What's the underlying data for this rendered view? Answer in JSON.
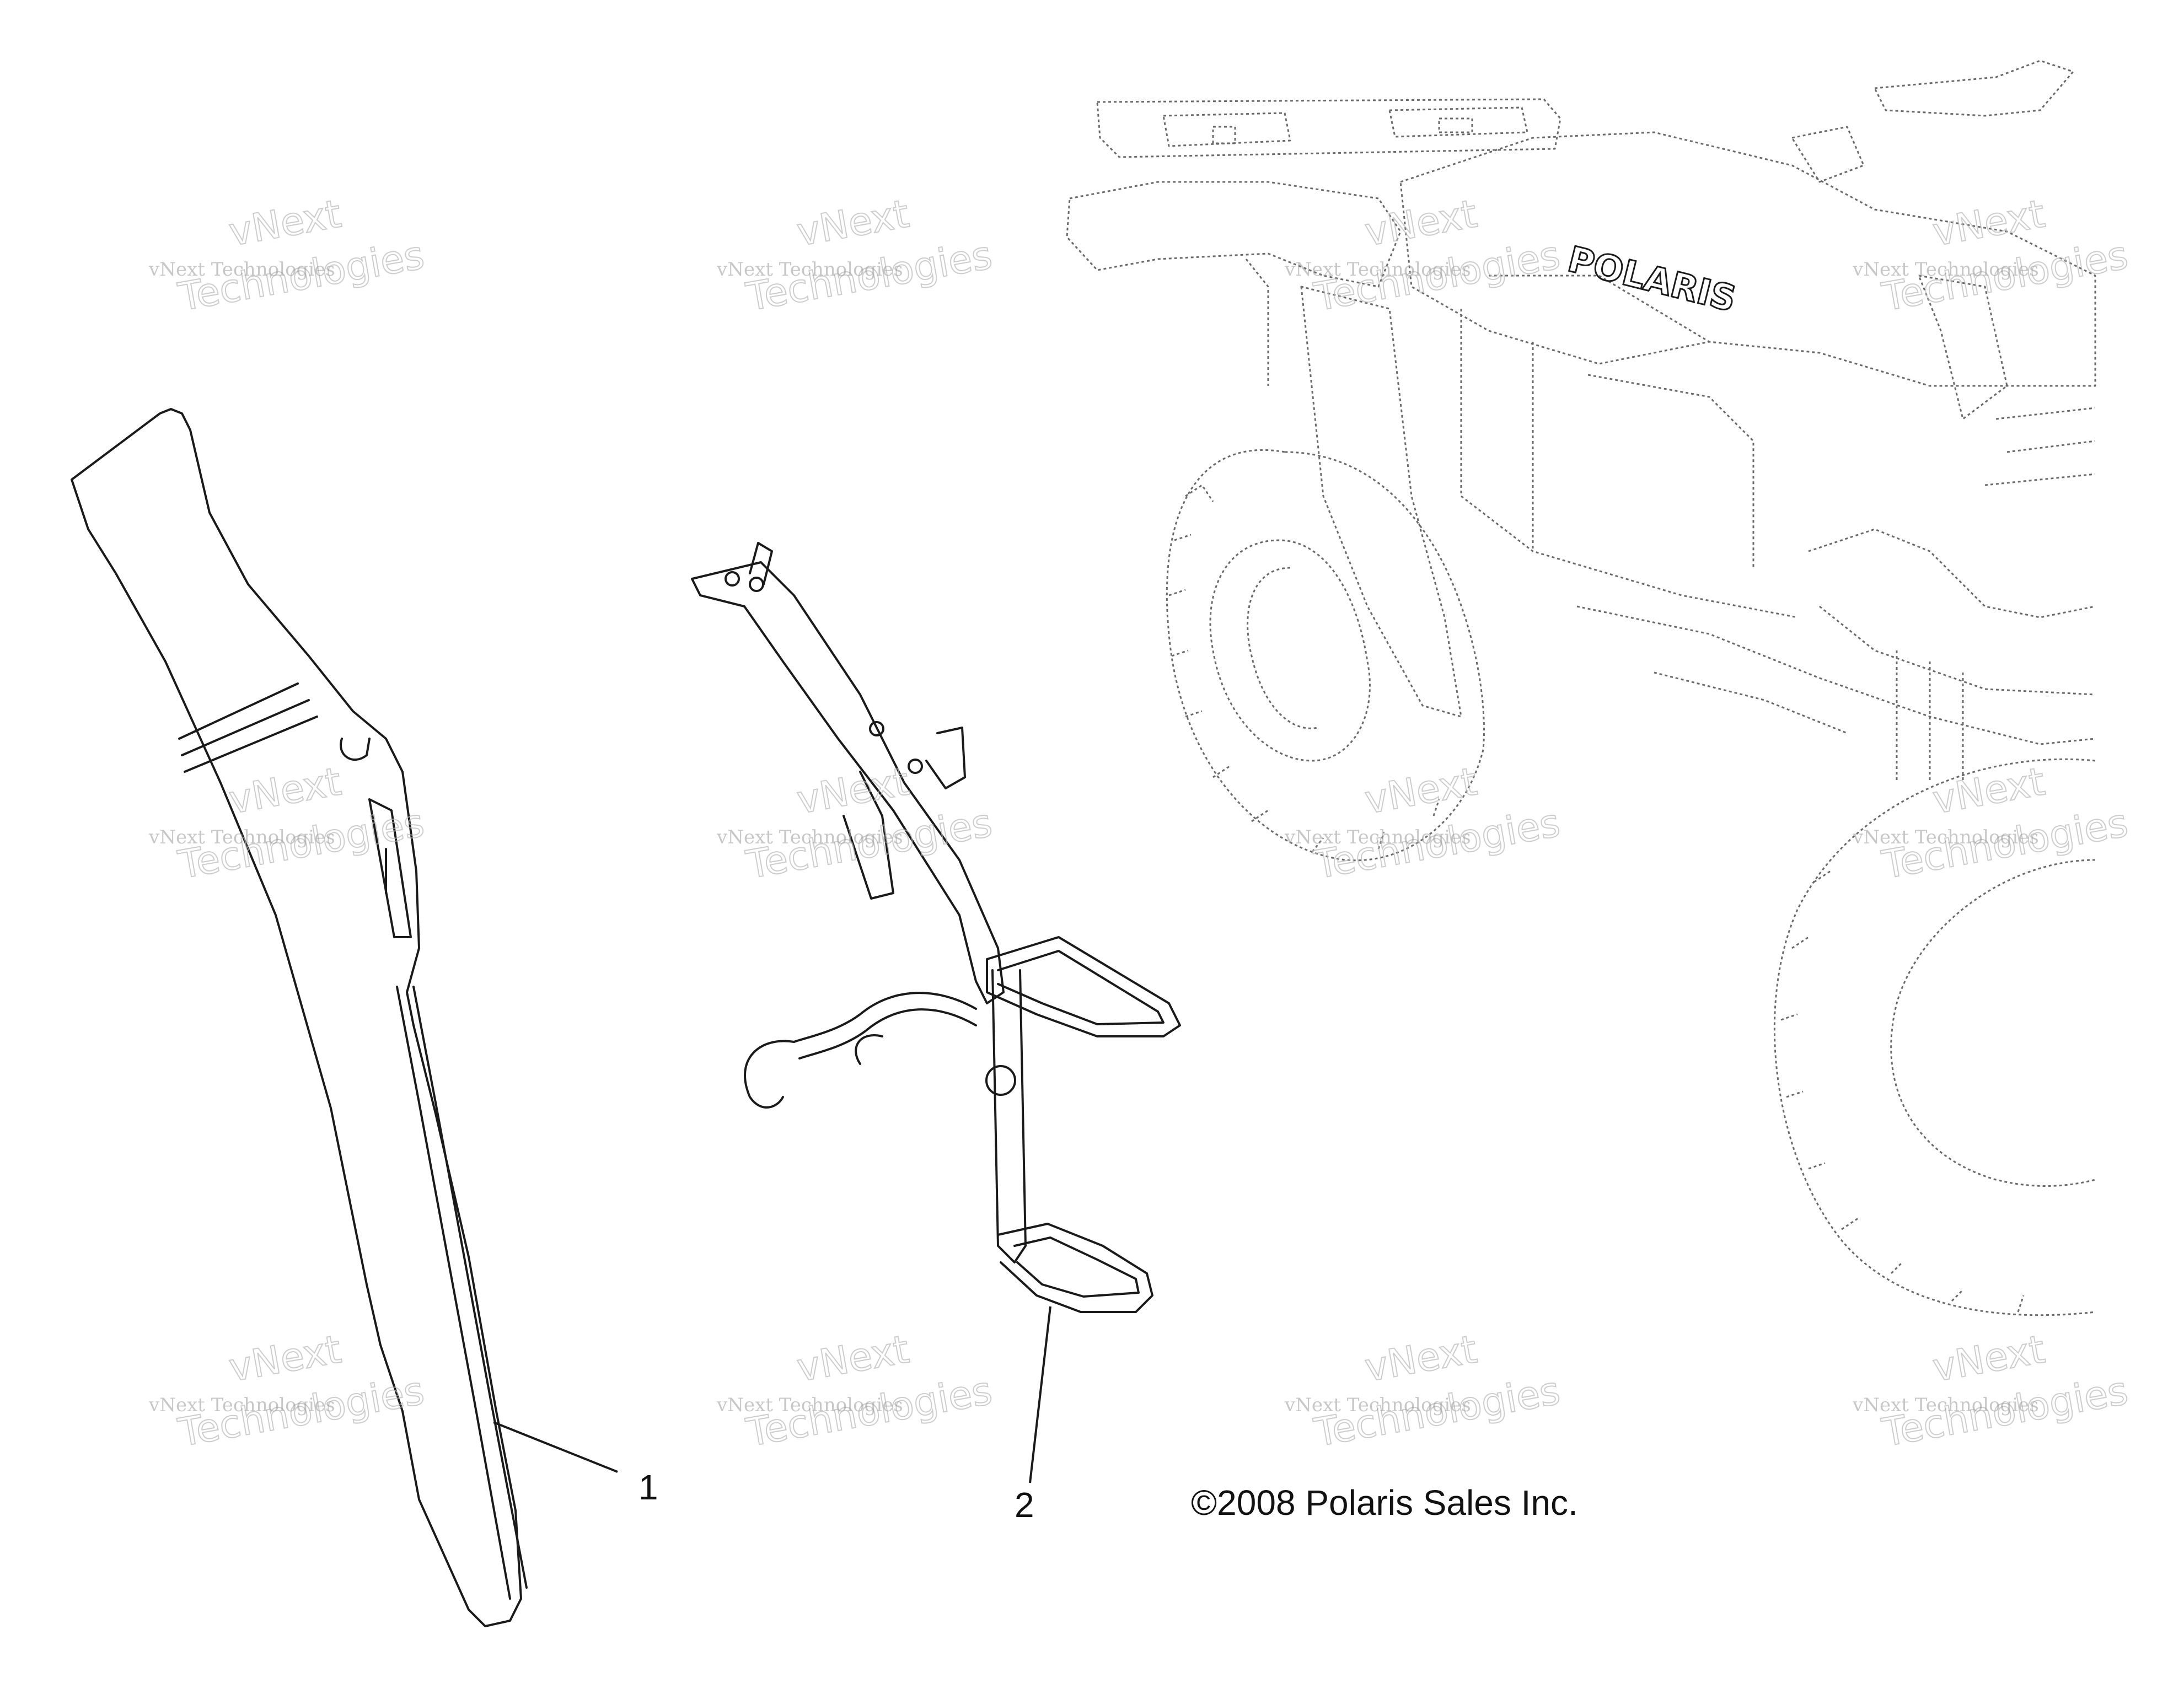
{
  "callouts": {
    "part_1": "1",
    "part_2": "2"
  },
  "copyright": "©2008 Polaris Sales Inc.",
  "decal_text": "POLARIS",
  "watermark": {
    "line_1": "vNext Technologies",
    "outline_1": "vNext",
    "outline_2": "Technologies"
  },
  "colors": {
    "line": "#1a1a1a",
    "ghost_line": "#6a6a6a",
    "watermark": "#9a9a9a"
  }
}
